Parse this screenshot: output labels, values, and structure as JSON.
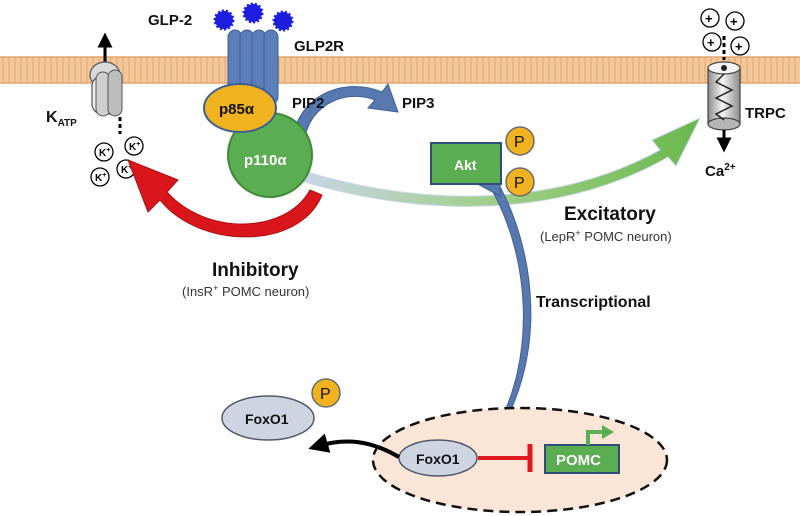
{
  "labels": {
    "glp2": "GLP-2",
    "glp2r": "GLP2R",
    "pip2": "PIP2",
    "pip3": "PIP3",
    "p85": "p85α",
    "p110": "p110α",
    "akt": "Akt",
    "phospho": "P",
    "katp_main": "K",
    "katp_sub": "ATP",
    "trpc": "TRPC",
    "ca_main": "Ca",
    "ca_sup": "2+",
    "k_ion": "K",
    "k_charge": "+",
    "cation_plus": "+",
    "inhibitory": "Inhibitory",
    "inhibitory_sub_a": "(InsR",
    "inhibitory_sub_sup": "+",
    "inhibitory_sub_b": " POMC neuron)",
    "excitatory": "Excitatory",
    "excitatory_sub_a": "(LepR",
    "excitatory_sub_sup": "+",
    "excitatory_sub_b": " POMC neuron)",
    "transcriptional": "Transcriptional",
    "foxo1": "FoxO1",
    "pomc": "POMC"
  },
  "colors": {
    "membrane": "#f3c79a",
    "membrane_line": "#e3a56e",
    "receptor": "#5b7fb9",
    "p85": "#f0b21e",
    "p110": "#5aad50",
    "akt": "#5aad50",
    "inhibitory_arrow": "#d8161c",
    "excitatory_arrow": "#6ab84d",
    "blue_arrow": "#5878b0",
    "ligand": "#1d1de0",
    "nucleus_fill": "#fbe5d6",
    "foxo": "#cfd5e0",
    "repress": "#e0191f"
  }
}
